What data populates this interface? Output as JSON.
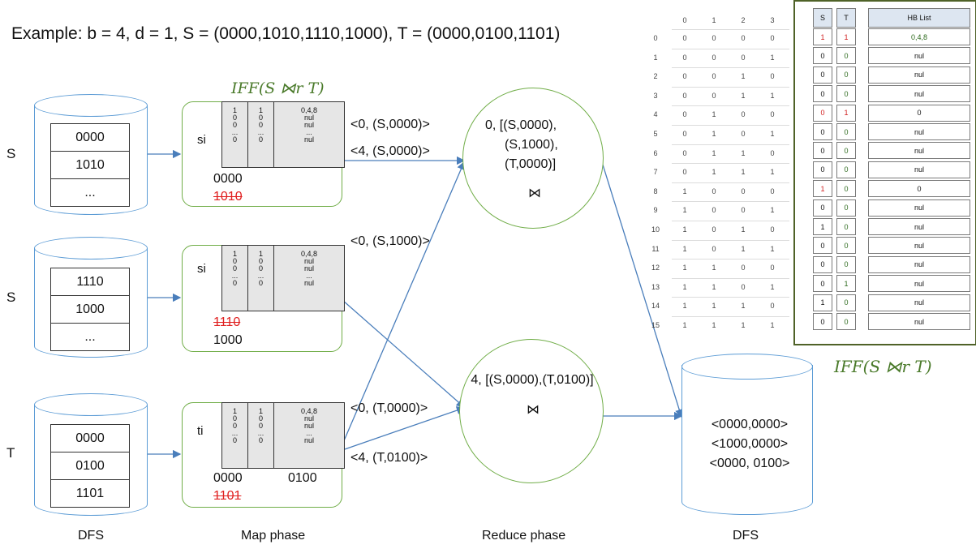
{
  "title": "Example: b = 4, d = 1, S = (0000,1010,1110,1000), T = (0000,0100,1101)",
  "row_labels": [
    "S",
    "S",
    "T"
  ],
  "dfs_in": [
    [
      "0000",
      "1010",
      "..."
    ],
    [
      "1110",
      "1000",
      "..."
    ],
    [
      "0000",
      "0100",
      "1101"
    ]
  ],
  "map": {
    "iff_label": "IFF(S ⋈r T)",
    "boxes": [
      {
        "sub": "si",
        "lines": [
          {
            "text": "0000",
            "struck": false
          },
          {
            "text": "1010",
            "struck": true
          }
        ],
        "extra": ""
      },
      {
        "sub": "si",
        "lines": [
          {
            "text": "1110",
            "struck": true
          },
          {
            "text": "1000",
            "struck": false
          }
        ],
        "extra": ""
      },
      {
        "sub": "ti",
        "lines": [
          {
            "text": "0000",
            "struck": false
          },
          {
            "text": "1101",
            "struck": true
          }
        ],
        "extra": "0100"
      }
    ],
    "mini_rows": [
      [
        "1",
        "1",
        "0,4,8"
      ],
      [
        "0",
        "0",
        "nul"
      ],
      [
        "0",
        "0",
        "nul"
      ],
      [
        "...",
        "...",
        "..."
      ],
      [
        "0",
        "0",
        "nul"
      ]
    ]
  },
  "edges": [
    "<0, (S,0000)>",
    "<4, (S,0000)>",
    "<0, (S,1000)>",
    "<0, (T,0000)>",
    "<4, (T,0100)>"
  ],
  "reduce": {
    "r1": [
      "0, [(S,0000),",
      "(S,1000),",
      "(T,0000)]"
    ],
    "r2": "4, [(S,0000),(T,0100)]",
    "join_symbol": "⋈"
  },
  "dfs_out": [
    "<0000,0000>",
    "<1000,0000>",
    "<0000, 0100>"
  ],
  "captions": {
    "dfs1": "DFS",
    "map": "Map phase",
    "reduce": "Reduce phase",
    "dfs2": "DFS"
  },
  "grid": {
    "headers": [
      "0",
      "1",
      "2",
      "3"
    ],
    "rows": [
      [
        "0",
        "0",
        "0",
        "0",
        "0"
      ],
      [
        "1",
        "0",
        "0",
        "0",
        "1"
      ],
      [
        "2",
        "0",
        "0",
        "1",
        "0"
      ],
      [
        "3",
        "0",
        "0",
        "1",
        "1"
      ],
      [
        "4",
        "0",
        "1",
        "0",
        "0"
      ],
      [
        "5",
        "0",
        "1",
        "0",
        "1"
      ],
      [
        "6",
        "0",
        "1",
        "1",
        "0"
      ],
      [
        "7",
        "0",
        "1",
        "1",
        "1"
      ],
      [
        "8",
        "1",
        "0",
        "0",
        "0"
      ],
      [
        "9",
        "1",
        "0",
        "0",
        "1"
      ],
      [
        "10",
        "1",
        "0",
        "1",
        "0"
      ],
      [
        "11",
        "1",
        "0",
        "1",
        "1"
      ],
      [
        "12",
        "1",
        "1",
        "0",
        "0"
      ],
      [
        "13",
        "1",
        "1",
        "0",
        "1"
      ],
      [
        "14",
        "1",
        "1",
        "1",
        "0"
      ],
      [
        "15",
        "1",
        "1",
        "1",
        "1"
      ]
    ]
  },
  "hb": {
    "head": [
      "S",
      "T",
      "HB List"
    ],
    "rows": [
      [
        "1",
        "1",
        "0,4,8"
      ],
      [
        "0",
        "0",
        "nul"
      ],
      [
        "0",
        "0",
        "nul"
      ],
      [
        "0",
        "0",
        "nul"
      ],
      [
        "0",
        "1",
        "0"
      ],
      [
        "0",
        "0",
        "nul"
      ],
      [
        "0",
        "0",
        "nul"
      ],
      [
        "0",
        "0",
        "nul"
      ],
      [
        "1",
        "0",
        "0"
      ],
      [
        "0",
        "0",
        "nul"
      ],
      [
        "1",
        "0",
        "nul"
      ],
      [
        "0",
        "0",
        "nul"
      ],
      [
        "0",
        "0",
        "nul"
      ],
      [
        "0",
        "1",
        "nul"
      ],
      [
        "1",
        "0",
        "nul"
      ],
      [
        "0",
        "0",
        "nul"
      ]
    ],
    "red_s": [
      0,
      4,
      8
    ],
    "red_t": [
      0,
      4
    ],
    "green_hb": [
      0
    ],
    "caption": "IFF(S ⋈r T)"
  },
  "colors": {
    "cylinder": "#5b9bd5",
    "box": "#70ad47",
    "strike": "#e02020",
    "arrow": "#4a7ebb"
  }
}
